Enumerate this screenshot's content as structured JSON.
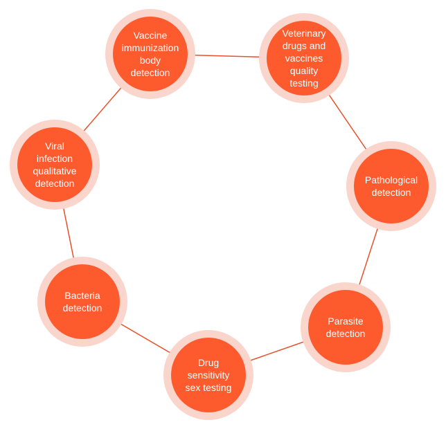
{
  "colors": {
    "ring": "#e8502a",
    "node_fill": "#fd5a2e",
    "node_halo": "#f9d5cb",
    "text": "#ffffff"
  },
  "nodes": [
    {
      "label": "Vaccine\nimmunization\nbody\ndetection"
    },
    {
      "label": "Veterinary\ndrugs and\nvaccines quality\ntesting"
    },
    {
      "label": "Pathological\ndetection"
    },
    {
      "label": "Parasite\ndetection"
    },
    {
      "label": "Drug\nsensitivity\nsex testing"
    },
    {
      "label": "Bacteria\ndetection"
    },
    {
      "label": "Viral\ninfection\nqualitative\ndetection"
    }
  ]
}
